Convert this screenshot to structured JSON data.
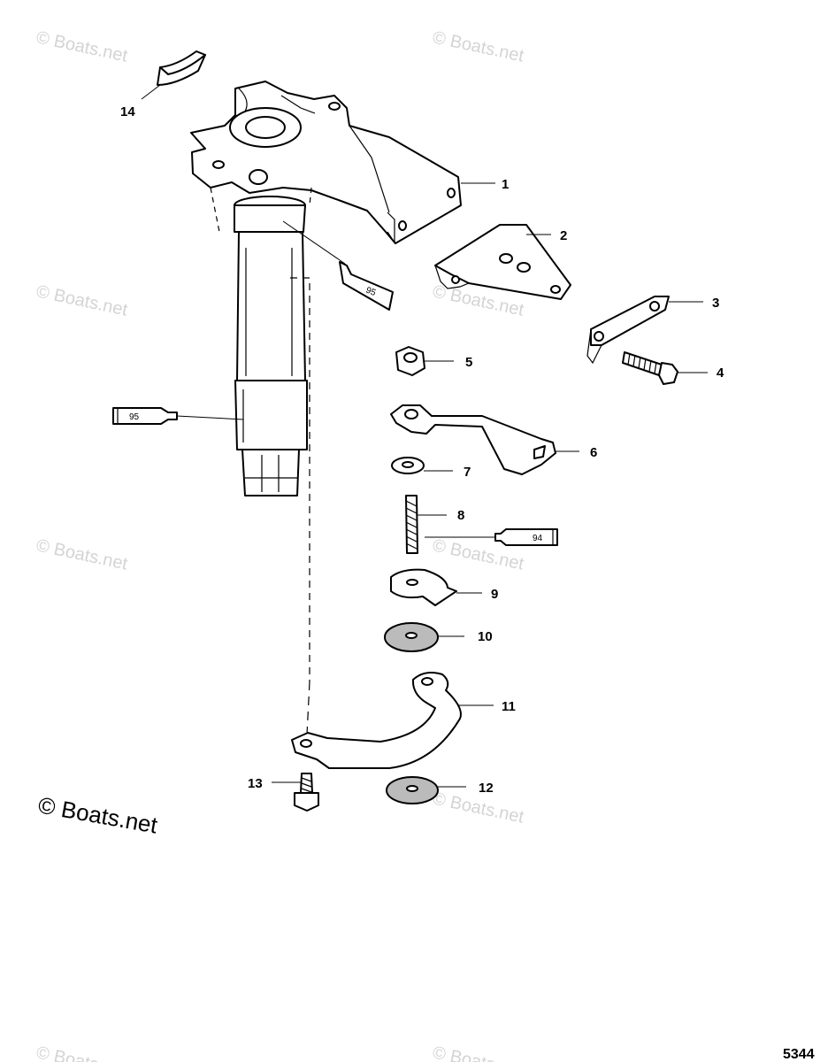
{
  "watermark": {
    "text": "© Boats.net",
    "footer_text": "© Boats.net"
  },
  "figure_number": "5344",
  "callouts": [
    {
      "id": "1",
      "label": "1"
    },
    {
      "id": "2",
      "label": "2"
    },
    {
      "id": "3",
      "label": "3"
    },
    {
      "id": "4",
      "label": "4"
    },
    {
      "id": "5",
      "label": "5"
    },
    {
      "id": "6",
      "label": "6"
    },
    {
      "id": "7",
      "label": "7"
    },
    {
      "id": "8",
      "label": "8"
    },
    {
      "id": "9",
      "label": "9"
    },
    {
      "id": "10",
      "label": "10"
    },
    {
      "id": "11",
      "label": "11"
    },
    {
      "id": "12",
      "label": "12"
    },
    {
      "id": "13",
      "label": "13"
    },
    {
      "id": "14",
      "label": "14"
    }
  ],
  "lubricant_tubes": [
    {
      "label": "95"
    },
    {
      "label": "95"
    },
    {
      "label": "94"
    }
  ]
}
